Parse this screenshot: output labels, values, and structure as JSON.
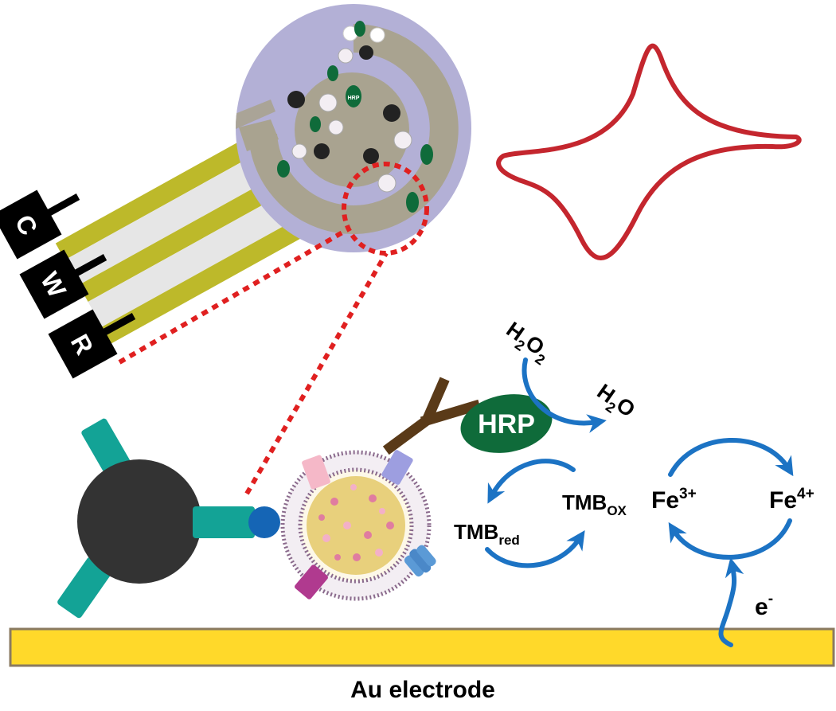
{
  "electrode_pins": {
    "counter": "C",
    "working": "W",
    "reference": "R"
  },
  "enzyme": {
    "label": "HRP"
  },
  "reagents": {
    "h2o2": {
      "main": "H",
      "sub1": "2",
      "mid": "O",
      "sub2": "2"
    },
    "h2o": {
      "main": "H",
      "sub1": "2",
      "mid": "O"
    },
    "tmb_red": {
      "main": "TMB",
      "sub": "red"
    },
    "tmb_ox": {
      "main": "TMB",
      "sub": "OX"
    },
    "fe3": {
      "main": "Fe",
      "sup": "3+"
    },
    "fe4": {
      "main": "Fe",
      "sup": "4+"
    },
    "electron": {
      "main": "e",
      "sup": "-"
    }
  },
  "electrode": {
    "label": "Au electrode"
  },
  "colors": {
    "disc_outer": "#b3b0d6",
    "ring": "#a9a390",
    "strip": "#bdb92a",
    "pin": "#000000",
    "zoom_dash": "#e02020",
    "cv_curve": "#c4262e",
    "arrow_blue": "#1c73c4",
    "hrp_green": "#0f6b3a",
    "antibody_brown": "#5a3a18",
    "bead": "#333333",
    "linker_teal": "#13a396",
    "linker_tip": "#1565b5",
    "gold": "#ffd92a",
    "liposome_core": "#e8d07c",
    "liposome_membrane": "#8a6a8c"
  }
}
